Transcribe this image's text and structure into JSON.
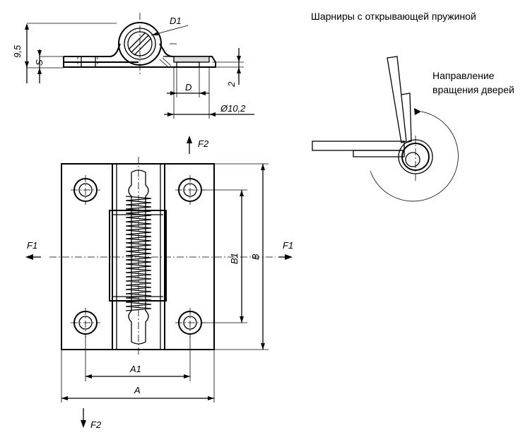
{
  "title": "Шарниры с открывающей пружиной",
  "rotation_label_line1": "Направление",
  "rotation_label_line2": "вращения дверей",
  "dims": {
    "d1": "D1",
    "h95": "9,5",
    "s": "S",
    "two": "2",
    "d": "D",
    "d102": "Ø10,2",
    "b1": "B1",
    "b": "B",
    "a1": "A1",
    "a": "A"
  },
  "forces": {
    "f2_top": "F2",
    "f2_bottom": "F2",
    "f1_left": "F1",
    "f1_right": "F1"
  }
}
